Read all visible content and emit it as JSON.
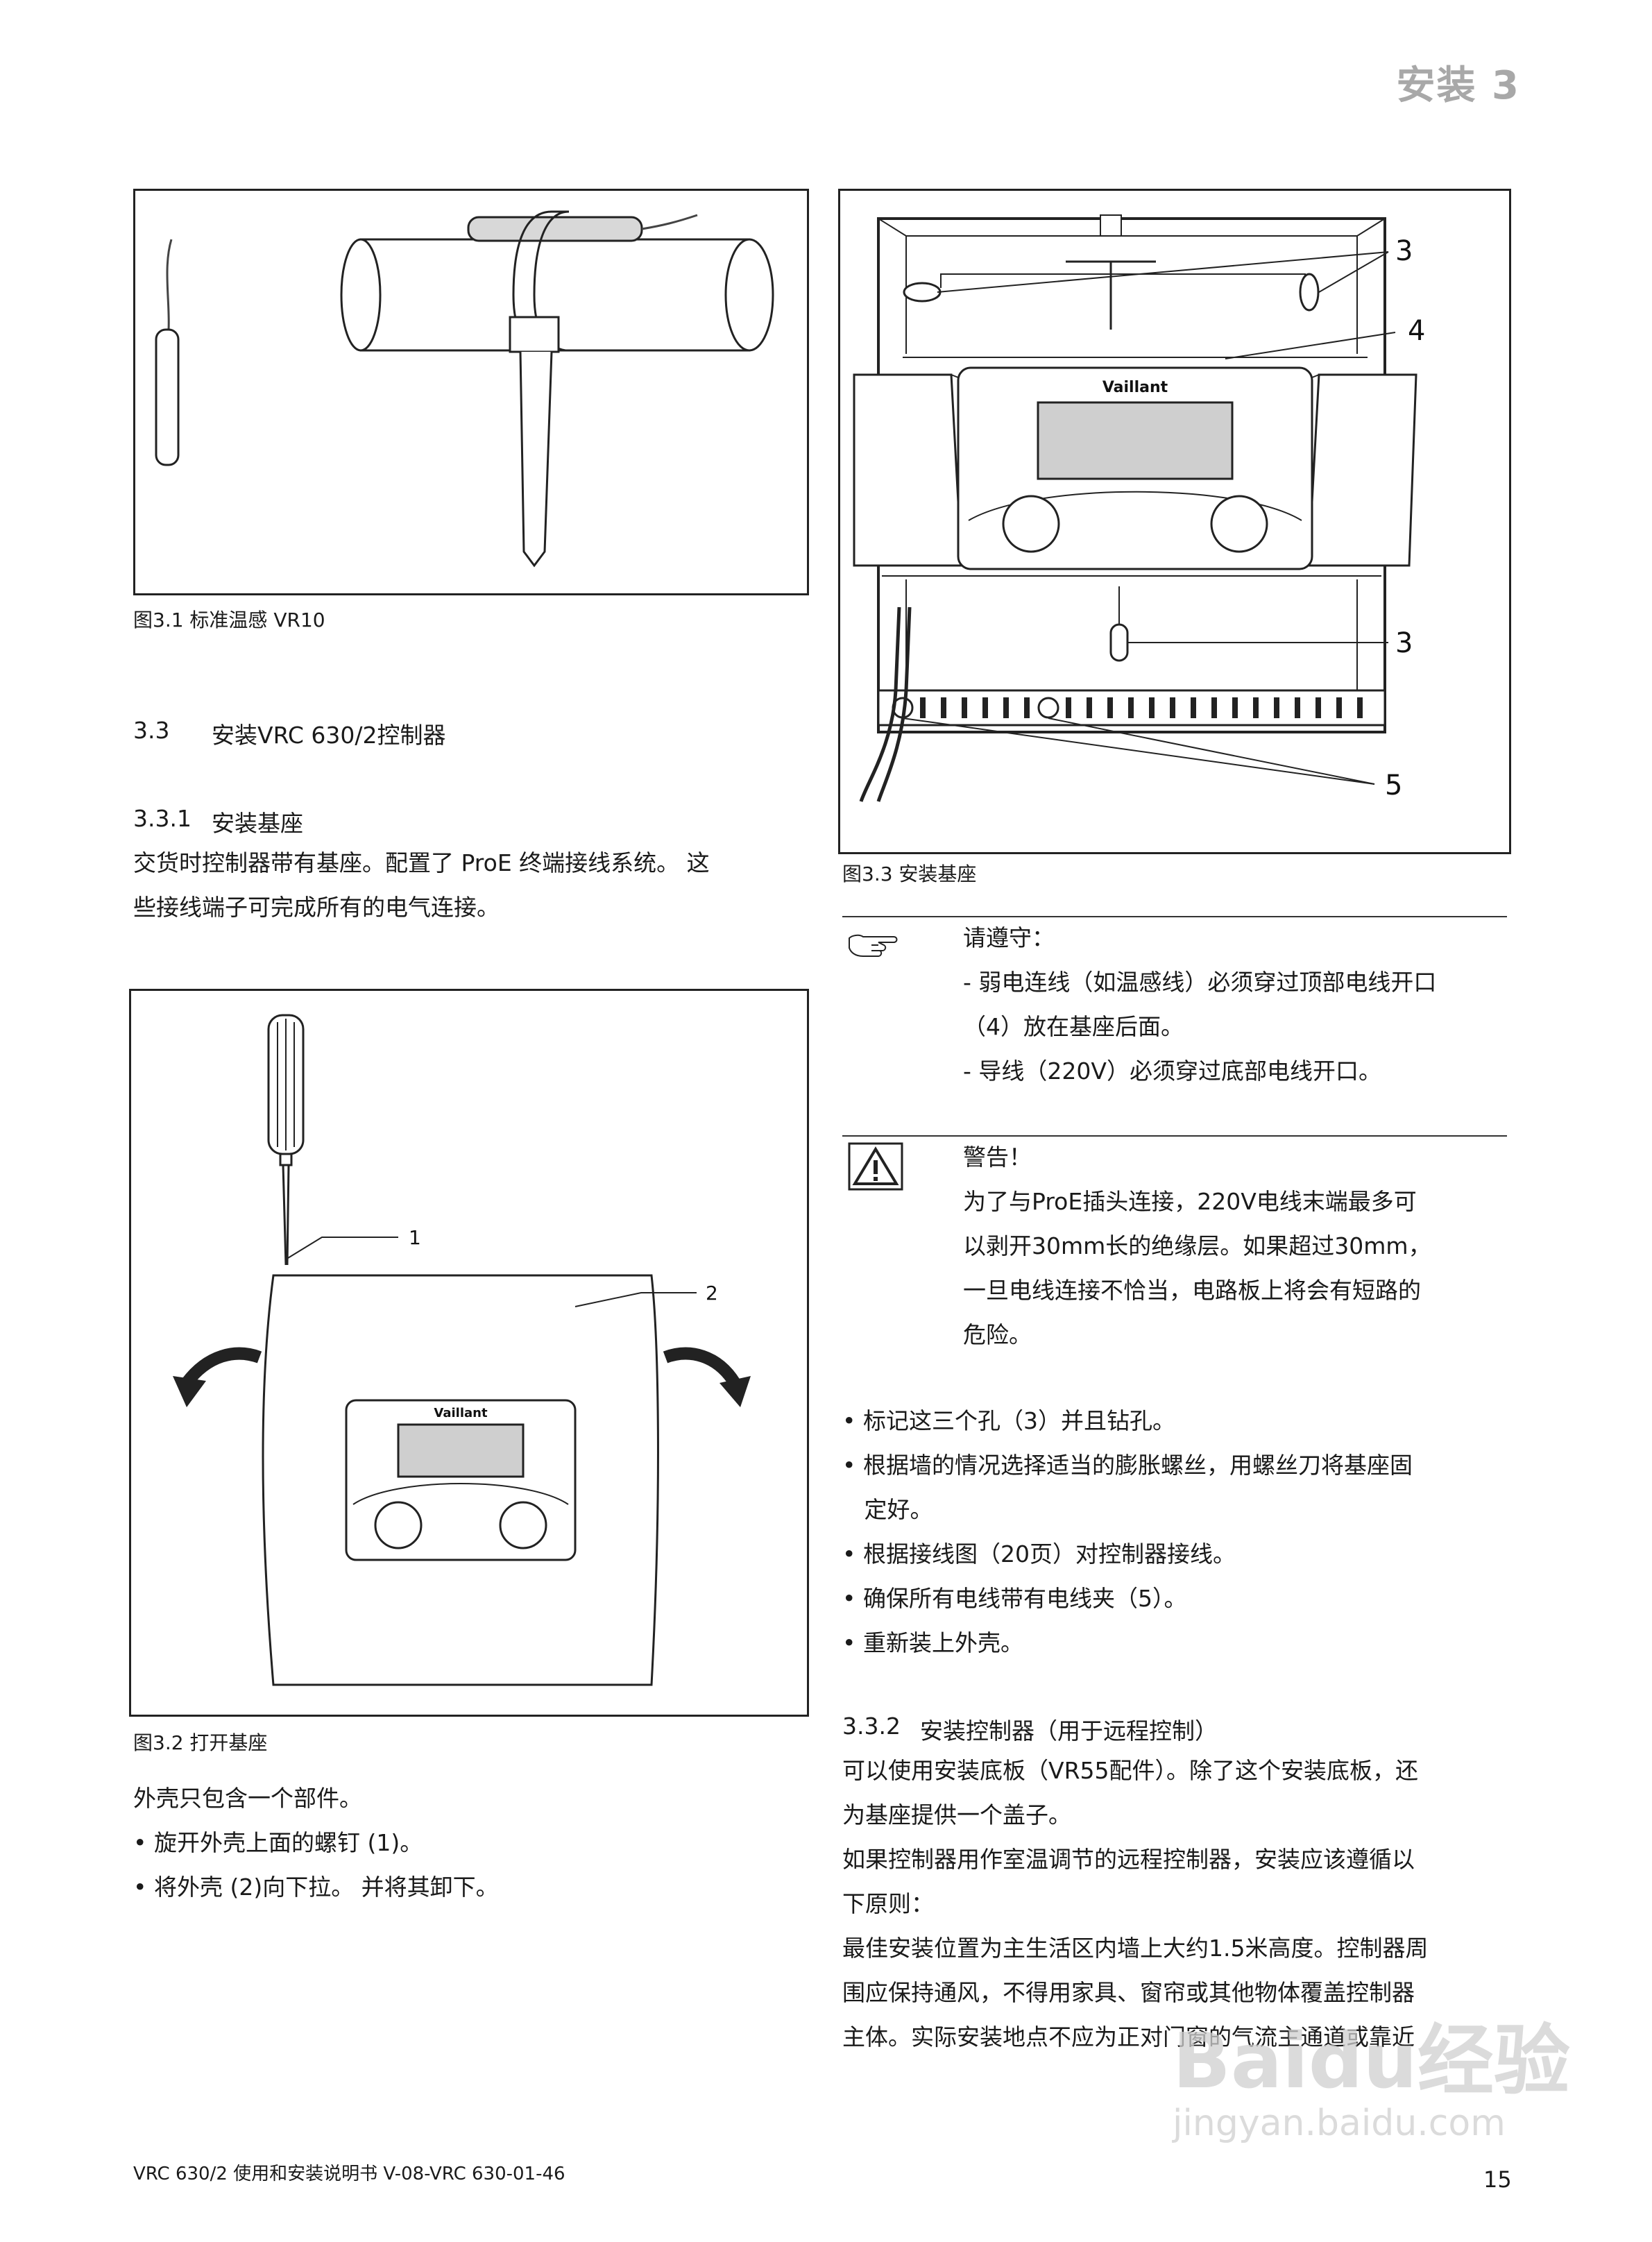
{
  "header": {
    "section_label": "安装 3"
  },
  "left": {
    "figure1": {
      "caption": "图3.1 标准温感 VR10"
    },
    "section_heading": {
      "number": "3.3",
      "title": "安装VRC 630/2控制器"
    },
    "subsection_1": {
      "number": "3.3.1",
      "title": "安装基座"
    },
    "paragraph_1": [
      "交货时控制器带有基座。配置了 ProE 终端接线系统。 这",
      "些接线端子可完成所有的电气连接。"
    ],
    "figure2": {
      "caption": "图3.2 打开基座",
      "callouts": [
        "1",
        "2"
      ],
      "brand": "Vaillant"
    },
    "paragraph_2": "外壳只包含一个部件。",
    "bullets": [
      "• 旋开外壳上面的螺钉 (1)。",
      "• 将外壳 (2)向下拉。 并将其卸下。"
    ]
  },
  "right": {
    "figure3": {
      "caption": "图3.3 安装基座",
      "callouts": [
        "3",
        "4",
        "3",
        "5"
      ],
      "brand": "Vaillant"
    },
    "notice": {
      "title": "请遵守：",
      "lines": [
        "- 弱电连线（如温感线）必须穿过顶部电线开口",
        "（4）放在基座后面。",
        "- 导线（220V）必须穿过底部电线开口。"
      ]
    },
    "warning": {
      "title": "警告！",
      "lines": [
        "为了与ProE插头连接，220V电线末端最多可",
        "以剥开30mm长的绝缘层。如果超过30mm，",
        "一旦电线连接不恰当，电路板上将会有短路的",
        "危险。"
      ]
    },
    "steps": [
      "• 标记这三个孔（3）并且钻孔。",
      "• 根据墙的情况选择适当的膨胀螺丝，用螺丝刀将基座固",
      "   定好。",
      "• 根据接线图（20页）对控制器接线。",
      "• 确保所有电线带有电线夹（5）。",
      "• 重新装上外壳。"
    ],
    "subsection_2": {
      "number": "3.3.2",
      "title": "安装控制器（用于远程控制）"
    },
    "paragraph_3": [
      "可以使用安装底板（VR55配件）。除了这个安装底板，还",
      "为基座提供一个盖子。",
      "如果控制器用作室温调节的远程控制器，安装应该遵循以",
      "下原则：",
      "最佳安装位置为主生活区内墙上大约1.5米高度。控制器周",
      "围应保持通风，不得用家具、窗帘或其他物体覆盖控制器",
      "主体。实际安装地点不应为正对门窗的气流主通道或靠近"
    ]
  },
  "footer": {
    "left_text": "VRC 630/2 使用和安装说明书 V-08-VRC 630-01-46",
    "page_number": "15"
  },
  "watermark": {
    "brand": "Baidu经验",
    "url": "jingyan.baidu.com"
  },
  "icons": {
    "notice": "pointing-hand-icon",
    "warning": "warning-triangle-icon"
  }
}
